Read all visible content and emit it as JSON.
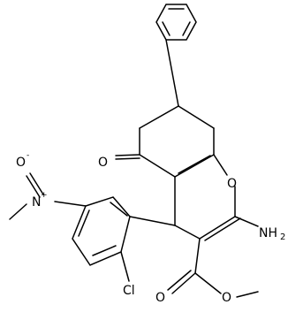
{
  "molecule": {
    "atoms": {
      "o_ketone": "O",
      "o_ring": "O",
      "nh2_main": "NH",
      "nh2_sub": "2",
      "n_nitro": "N",
      "n_charge": "+",
      "o_nitro": "O",
      "o_charge": "-",
      "cl": "Cl",
      "o_ester_carbonyl": "O",
      "o_ester_ether": "O"
    }
  }
}
